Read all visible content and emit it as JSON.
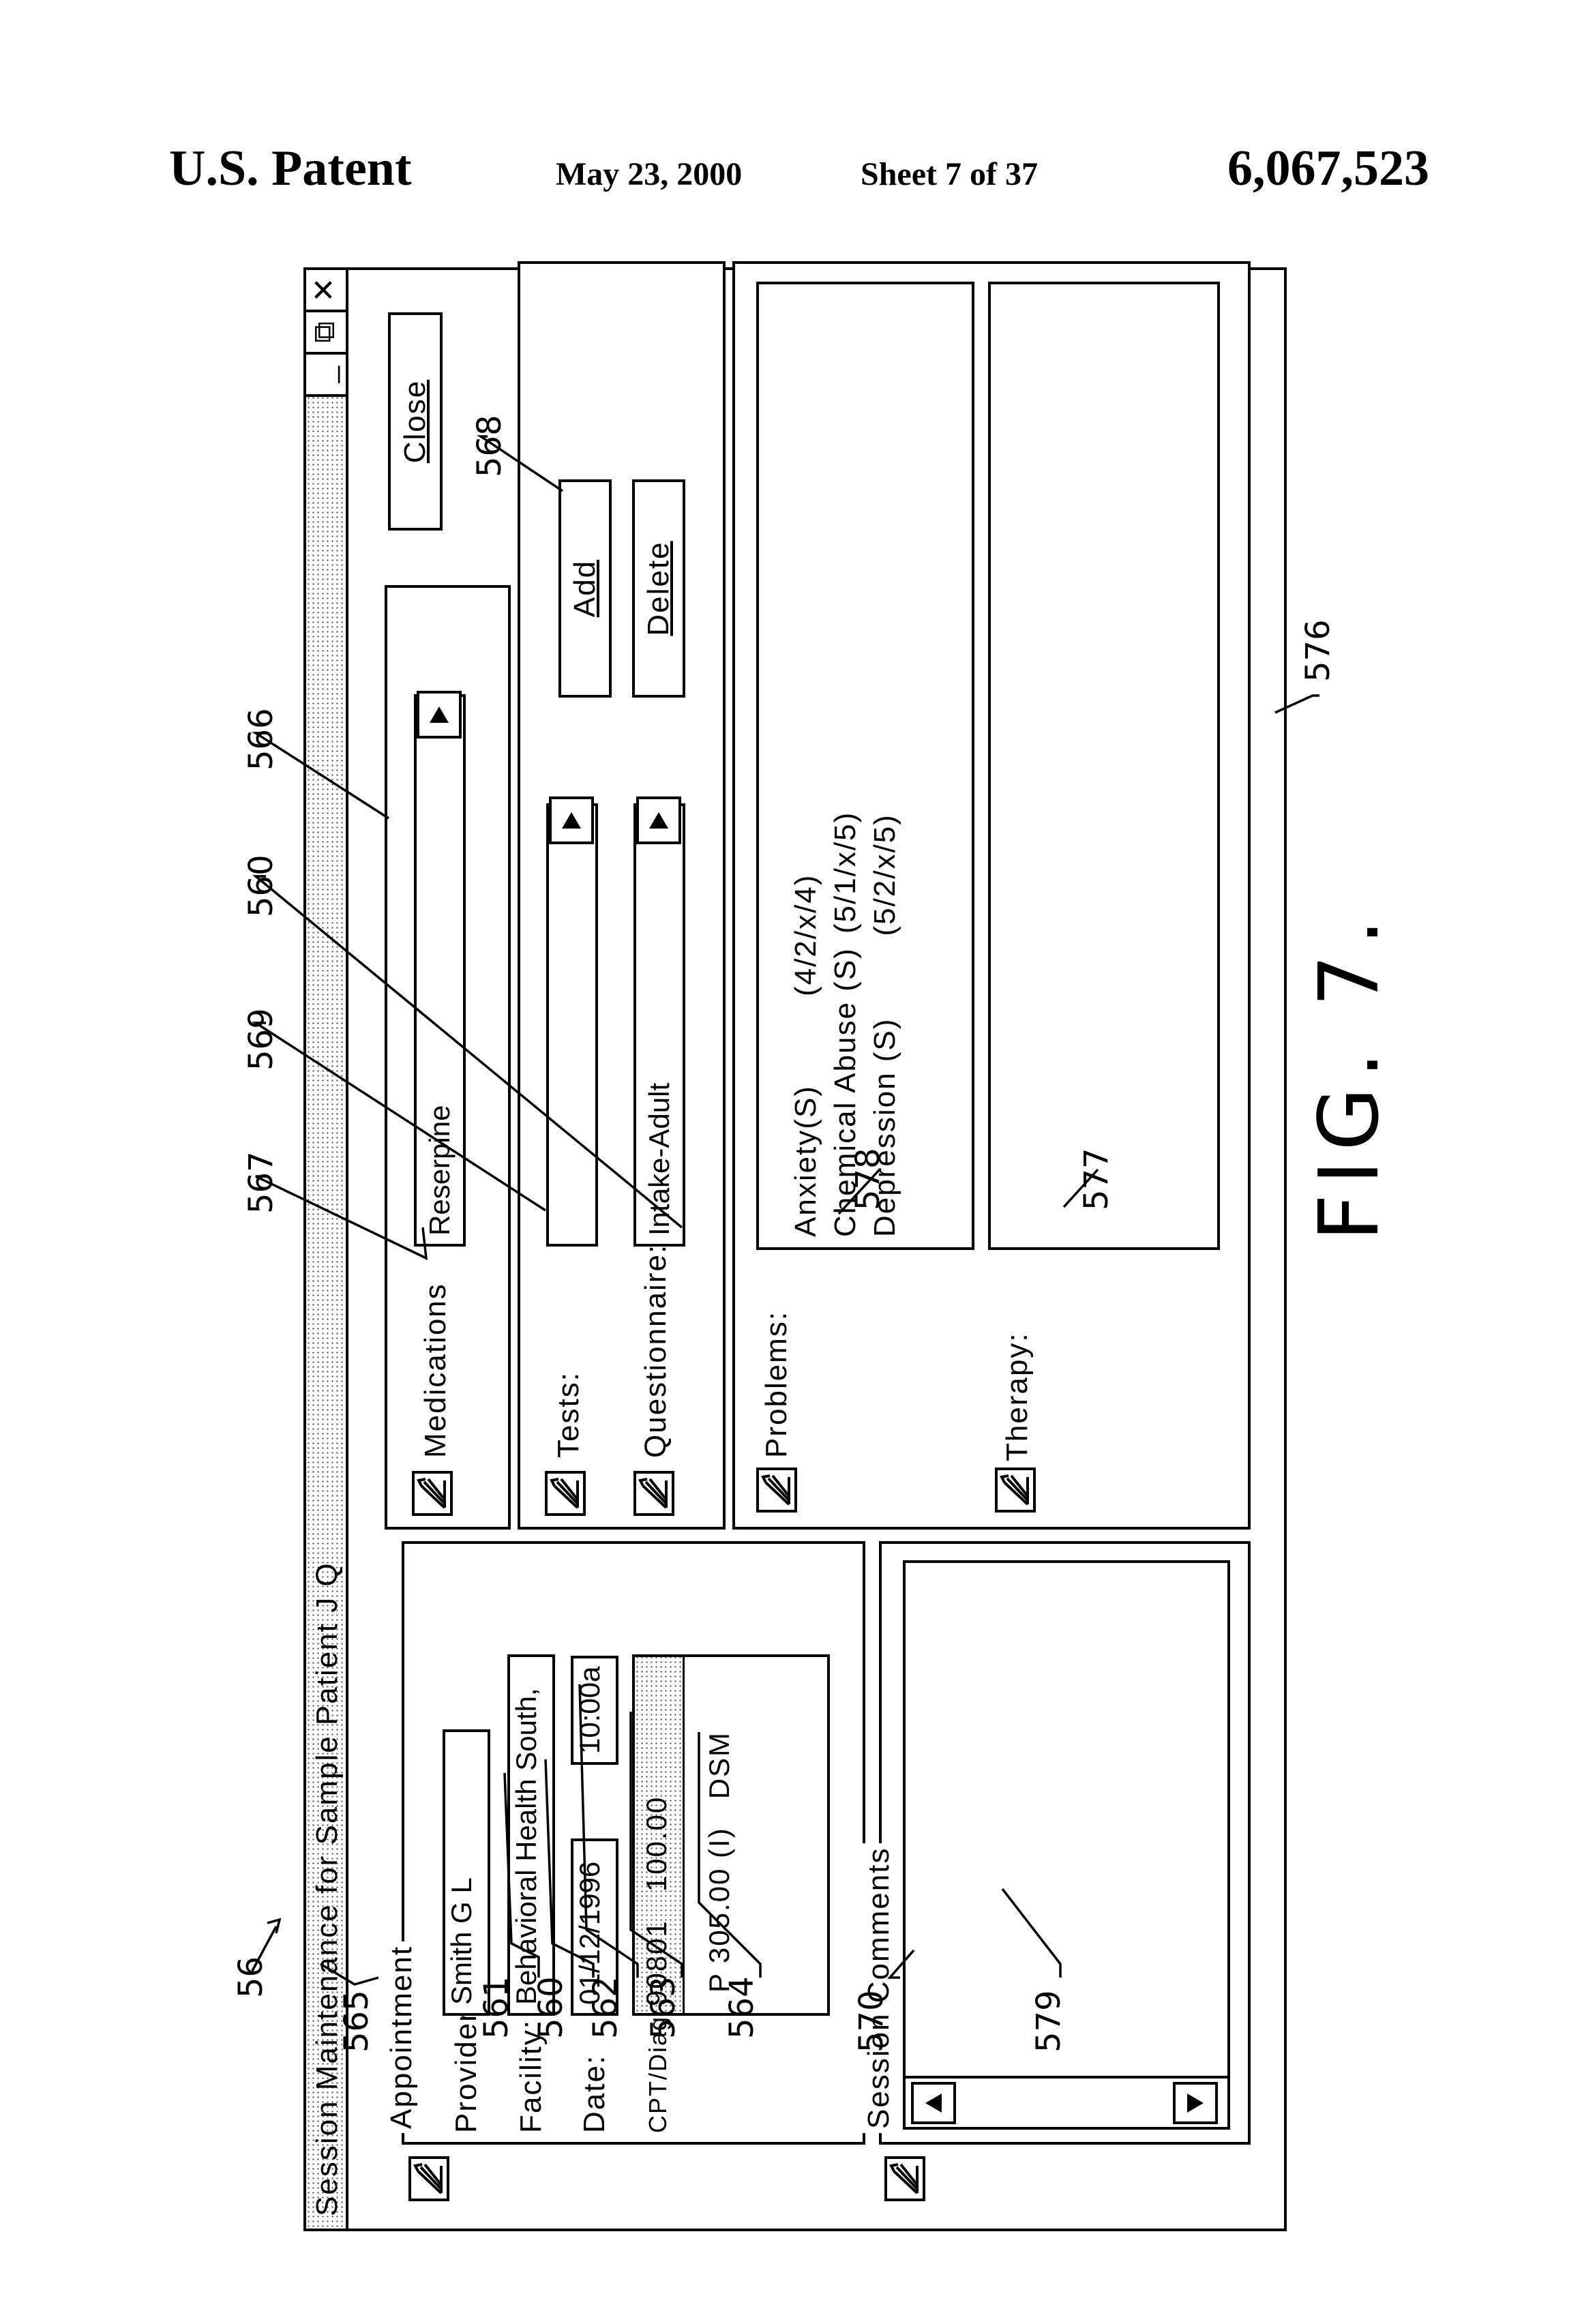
{
  "header": {
    "left": "U.S. Patent",
    "date": "May 23, 2000",
    "sheet": "Sheet 7 of 37",
    "number": "6,067,523"
  },
  "window": {
    "title": "Session Maintenance for Sample Patient J Q",
    "minimize": "_",
    "restore": "⧉",
    "close": "✕"
  },
  "appointment": {
    "legend": "Appointment",
    "provider_label": "Provider:",
    "provider_value": "Smith G L",
    "facility_label": "Facility:",
    "facility_value": "Behavioral Health South,",
    "date_label": "Date:",
    "date_value": "01/12/1996",
    "time_value": "10:00a",
    "cpt_label": "CPT/Diag.:",
    "cpt_row1": "90801   100.00",
    "cpt_row2": "P 305.00 (I)   DSM"
  },
  "session_comments": {
    "legend": "Session Comments"
  },
  "close_button": {
    "label": "Close"
  },
  "medications": {
    "label": "Medications",
    "value": "Reserpine"
  },
  "tests": {
    "label": "Tests:",
    "value": ""
  },
  "questionnaire": {
    "label": "Questionnaire:",
    "value": "Intake-Adult"
  },
  "buttons": {
    "add": "Add",
    "delete": "Delete"
  },
  "problems": {
    "label": "Problems:",
    "items": [
      {
        "name": "Anxiety(S)",
        "code": "(4/2/x/4)"
      },
      {
        "name": "Chemical Abuse (S)",
        "code": "(5/1/x/5)"
      },
      {
        "name": "Depression (S)",
        "code": "(5/2/x/5)"
      }
    ]
  },
  "therapy": {
    "label": "Therapy:"
  },
  "figure_label": "FIG. 7.",
  "refs": {
    "r56": "56",
    "r560a": "560",
    "r560b": "560",
    "r561": "561",
    "r562": "562",
    "r563": "563",
    "r564": "564",
    "r565": "565",
    "r566": "566",
    "r567": "567",
    "r568": "568",
    "r569": "569",
    "r570": "570",
    "r576": "576",
    "r577": "577",
    "r578": "578",
    "r579": "579"
  }
}
